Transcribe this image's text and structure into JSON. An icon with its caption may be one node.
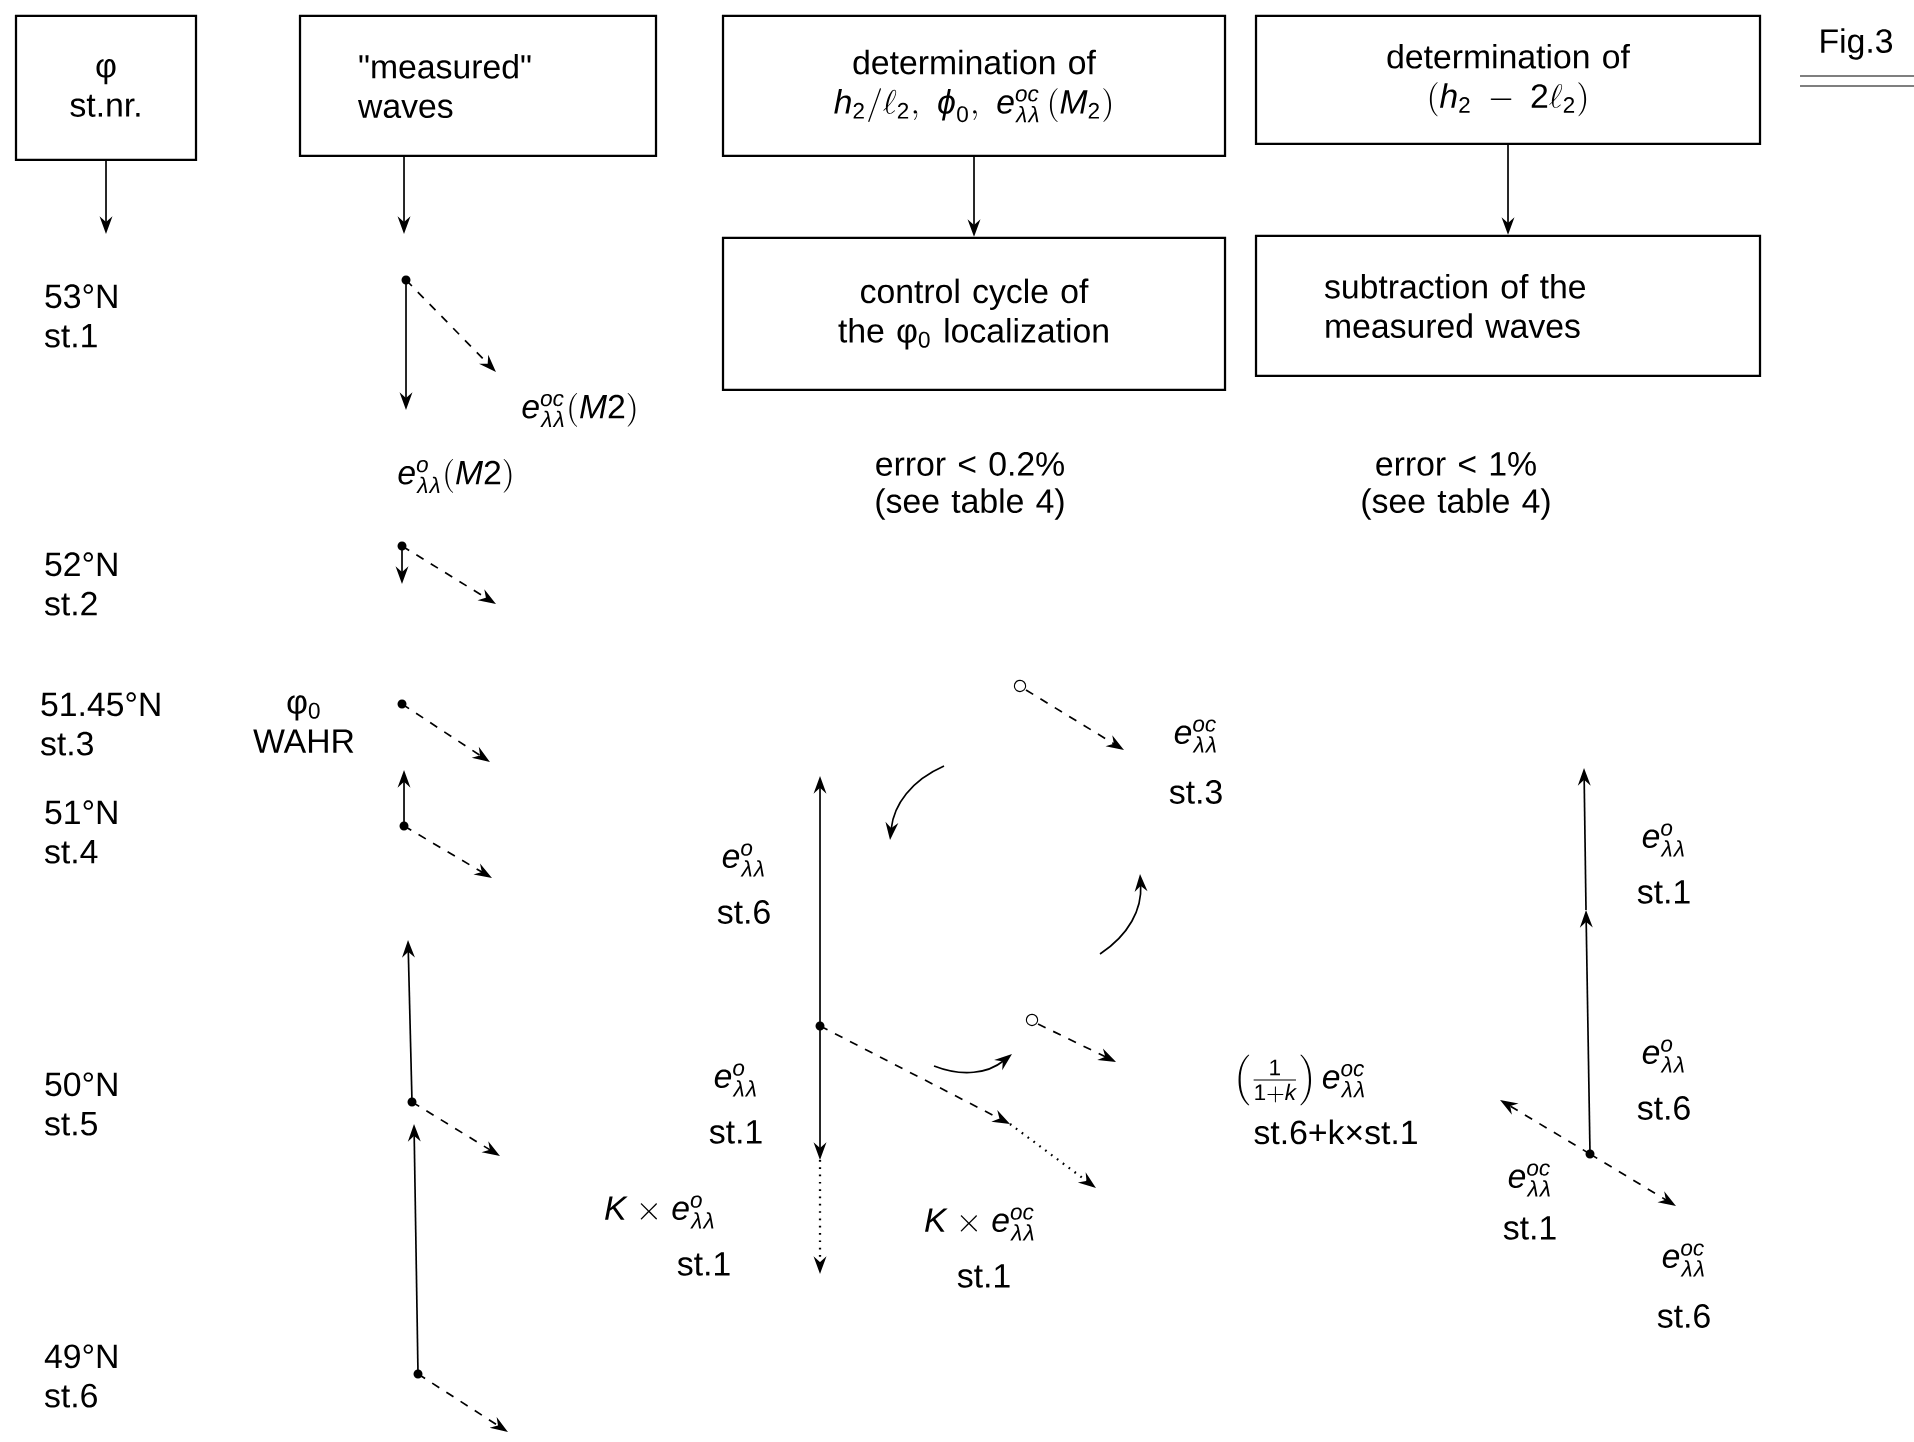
{
  "diagram": {
    "nodes": [
      {
        "text": [
          "φ",
          "st.nr."
        ]
      },
      {
        "text": [
          "\"measured\" waves"
        ]
      },
      {
        "text": [
          "determination of",
          "h_2/\\ell_2,\\ \\varphi_0,\\ e^{oc}_{\\lambda\\lambda}\\,(M_2)"
        ]
      },
      {
        "text": [
          "determination of",
          "(h_2 - 2\\ell_2)"
        ]
      },
      {
        "text": [
          "control cycle of the φ$_{0}$ localization"
        ]
      },
      {
        "text": [
          "subtraction of the measured waves"
        ]
      }
    ],
    "edges": [
      {
        "from": 2,
        "to": 4,
        "arrow": "to"
      },
      {
        "from": 3,
        "to": 5,
        "arrow": "to"
      },
      {
        "from": 0,
        "to": null,
        "arrow": "to"
      },
      {
        "from": 1,
        "to": null,
        "arrow": "to"
      }
    ],
    "labels": [
      "Fig.3",
      "53°N st.1",
      "e^{oc}_{\\lambda\\lambda}(M2)",
      "e^{o}_{\\lambda\\lambda}(M2)",
      "error < 0.2%",
      "(see table 4)",
      "error < 1%",
      "(see table 4)",
      "52°N st.2",
      "51.45°N st.3",
      "φ$_{0}$ WAHR",
      "e^{oc}_{\\lambda\\lambda}",
      "st.3",
      "51°N st.4",
      "e^{o}_{\\lambda\\lambda}",
      "st.6",
      "e^{o}_{\\lambda\\lambda}",
      "st.1",
      "50°N st.5",
      "e^{o}_{\\lambda\\lambda}",
      "st.1",
      "\\left(\\frac{1}{1+k}\\right)e^{oc}_{\\lambda\\lambda}",
      "st.6+k×st.1",
      "e^{o}_{\\lambda\\lambda}",
      "st.6",
      "K\\times e^{o}_{\\lambda\\lambda}",
      "st.1",
      "K\\times e^{oc}_{\\lambda\\lambda}",
      "st.1",
      "e^{oc}_{\\lambda\\lambda}",
      "st.1",
      "e^{oc}_{\\lambda\\lambda}",
      "st.6",
      "49°N st.6"
    ]
  }
}
